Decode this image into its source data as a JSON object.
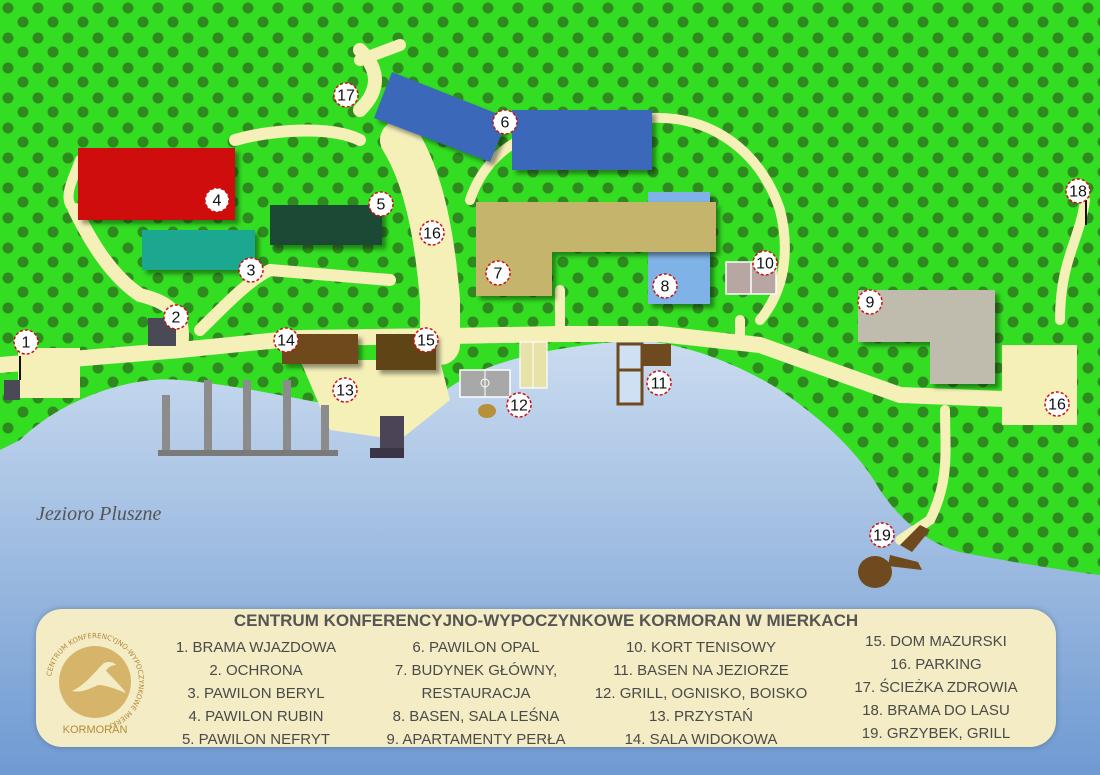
{
  "map": {
    "lake_label": "Jezioro Pluszne",
    "colors": {
      "grass": "#33dd22",
      "tree": "#2e8a1e",
      "path": "#f5efb8",
      "lake_light": "#ffffff",
      "lake_deep": "#7aa2d6"
    },
    "markers": [
      {
        "number": "1",
        "label": "BRAMA WJAZDOWA"
      },
      {
        "number": "2",
        "label": "OCHRONA"
      },
      {
        "number": "3",
        "label": "PAWILON BERYL"
      },
      {
        "number": "4",
        "label": "PAWILON RUBIN"
      },
      {
        "number": "5",
        "label": "PAWILON NEFRYT"
      },
      {
        "number": "6",
        "label": "PAWILON OPAL"
      },
      {
        "number": "7",
        "label": "BUDYNEK GŁÓWNY, RESTAURACJA"
      },
      {
        "number": "8",
        "label": "BASEN, SALA LEŚNA"
      },
      {
        "number": "9",
        "label": "APARTAMENTY PERŁA"
      },
      {
        "number": "10",
        "label": "KORT TENISOWY"
      },
      {
        "number": "11",
        "label": "BASEN NA JEZIORZE"
      },
      {
        "number": "12",
        "label": "GRILL, OGNISKO, BOISKO"
      },
      {
        "number": "13",
        "label": "PRZYSTAŃ"
      },
      {
        "number": "14",
        "label": "SALA WIDOKOWA"
      },
      {
        "number": "15",
        "label": "DOM MAZURSKI"
      },
      {
        "number": "16",
        "label": "PARKING"
      },
      {
        "number": "16",
        "label": "PARKING"
      },
      {
        "number": "17",
        "label": "ŚCIEŻKA ZDROWIA"
      },
      {
        "number": "18",
        "label": "BRAMA DO LASU"
      },
      {
        "number": "19",
        "label": "GRZYBEK, GRILL"
      }
    ],
    "buildings": [
      {
        "name": "Pawilon Rubin",
        "color": "#d01010"
      },
      {
        "name": "Pawilon Beryl",
        "color": "#1aa890"
      },
      {
        "name": "Pawilon Nefryt",
        "color": "#1a4a34"
      },
      {
        "name": "Pawilon Opal",
        "color": "#3b68b8"
      },
      {
        "name": "Budynek Główny",
        "color": "#c4b46c"
      },
      {
        "name": "Basen",
        "color": "#7fb2e6"
      },
      {
        "name": "Apartamenty Perła",
        "color": "#bfbcae"
      },
      {
        "name": "Sala Widokowa",
        "color": "#6e4a1e"
      },
      {
        "name": "Dom Mazurski",
        "color": "#5e4416"
      },
      {
        "name": "Ochrona",
        "color": "#4a4a56"
      }
    ]
  },
  "legend": {
    "title": "CENTRUM KONFERENCYJNO-WYPOCZYNKOWE KORMORAN W MIERKACH",
    "logo_name": "KORMORAN",
    "logo_ring_text": "CENTRUM KONFERENCYJNO-WYPOCZYNKOWE MIERKI",
    "columns": [
      [
        "1. BRAMA WJAZDOWA",
        "2. OCHRONA",
        "3. PAWILON BERYL",
        "4. PAWILON RUBIN",
        "5. PAWILON NEFRYT"
      ],
      [
        "6. PAWILON OPAL",
        "7. BUDYNEK GŁÓWNY,",
        "RESTAURACJA",
        "8. BASEN, SALA LEŚNA",
        "9. APARTAMENTY PERŁA"
      ],
      [
        "10. KORT TENISOWY",
        "11. BASEN NA JEZIORZE",
        "12. GRILL, OGNISKO, BOISKO",
        "13. PRZYSTAŃ",
        "14. SALA WIDOKOWA"
      ],
      [
        "15. DOM MAZURSKI",
        "16. PARKING",
        "17. ŚCIEŻKA ZDROWIA",
        "18. BRAMA DO LASU",
        "19. GRZYBEK, GRILL"
      ]
    ]
  }
}
